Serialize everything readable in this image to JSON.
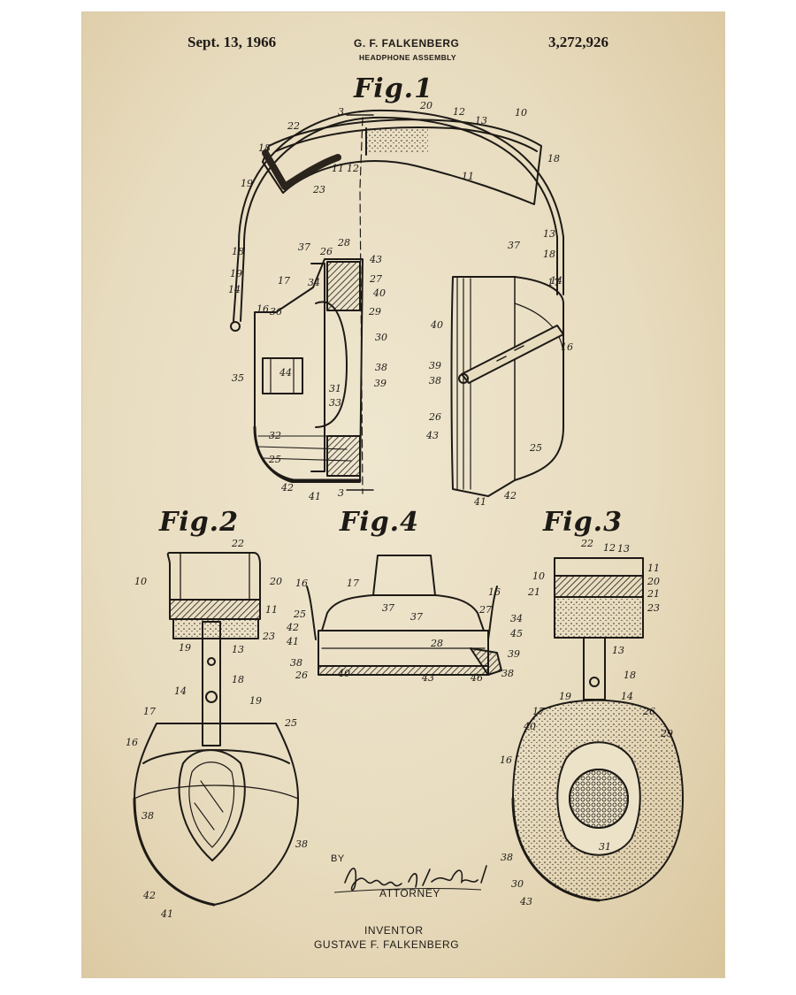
{
  "header": {
    "date": "Sept. 13, 1966",
    "inventor_short": "G. F. FALKENBERG",
    "title": "HEADPHONE ASSEMBLY",
    "patent_number": "3,272,926"
  },
  "figures": {
    "fig1": "Fig.1",
    "fig2": "Fig.2",
    "fig3": "Fig.3",
    "fig4": "Fig.4"
  },
  "signature_block": {
    "by": "BY",
    "signature": "Arthur H. Seidel",
    "attorney": "ATTORNEY",
    "inventor_label": "INVENTOR",
    "inventor_name": "GUSTAVE F. FALKENBERG"
  },
  "colors": {
    "paper": "#e8dcbf",
    "ink": "#1d1a16"
  }
}
